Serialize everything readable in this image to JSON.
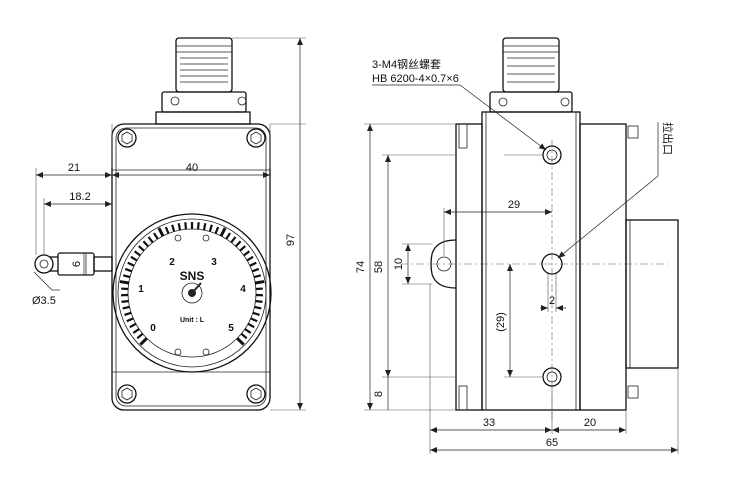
{
  "front_view": {
    "dims": {
      "d21": "21",
      "d40": "40",
      "d18_2": "18.2",
      "d97": "97",
      "d6": "6",
      "dia3_5": "Ø3.5"
    },
    "dial": {
      "brand": "SNS",
      "unit": "Unit : L",
      "numbers": [
        "0",
        "1",
        "2",
        "3",
        "4",
        "5"
      ]
    }
  },
  "side_view": {
    "callout_thread": {
      "line1": "3-M4钢丝螺套",
      "line2": "HB 6200-4×0.7×6"
    },
    "callout_outlet": "拉出口",
    "dims": {
      "d74": "74",
      "d58": "58",
      "d10": "10",
      "d8": "8",
      "d29_top": "29",
      "d29_vert": "(29)",
      "d2": "2",
      "d33": "33",
      "d20": "20",
      "d65": "65"
    }
  }
}
